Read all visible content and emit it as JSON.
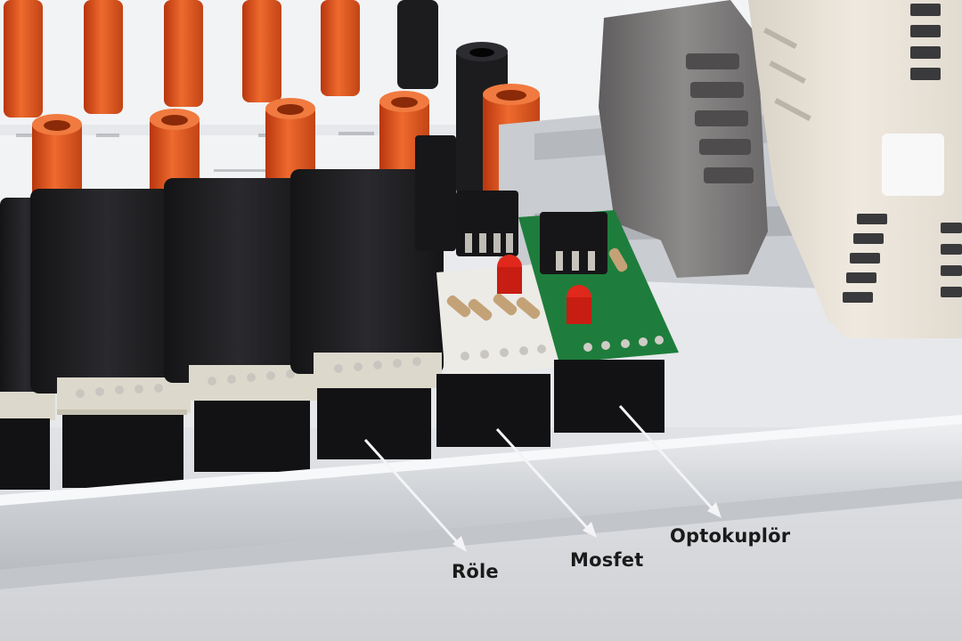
{
  "callouts": {
    "relay": "Röle",
    "mosfet": "Mosfet",
    "optocoupler": "Optokuplör"
  },
  "colors": {
    "background": "#d9dadd",
    "panel": "#eef0f3",
    "jack_orange": "#e2521e",
    "jack_black": "#1c1c1e",
    "relay_body": "#1f1f22",
    "pcb_white": "#ecebe6",
    "pcb_green": "#1e7d3c",
    "module_beige": "#e7e1d7",
    "din_clip": "#7c7a7a",
    "arrow": "#f4f4f6"
  }
}
